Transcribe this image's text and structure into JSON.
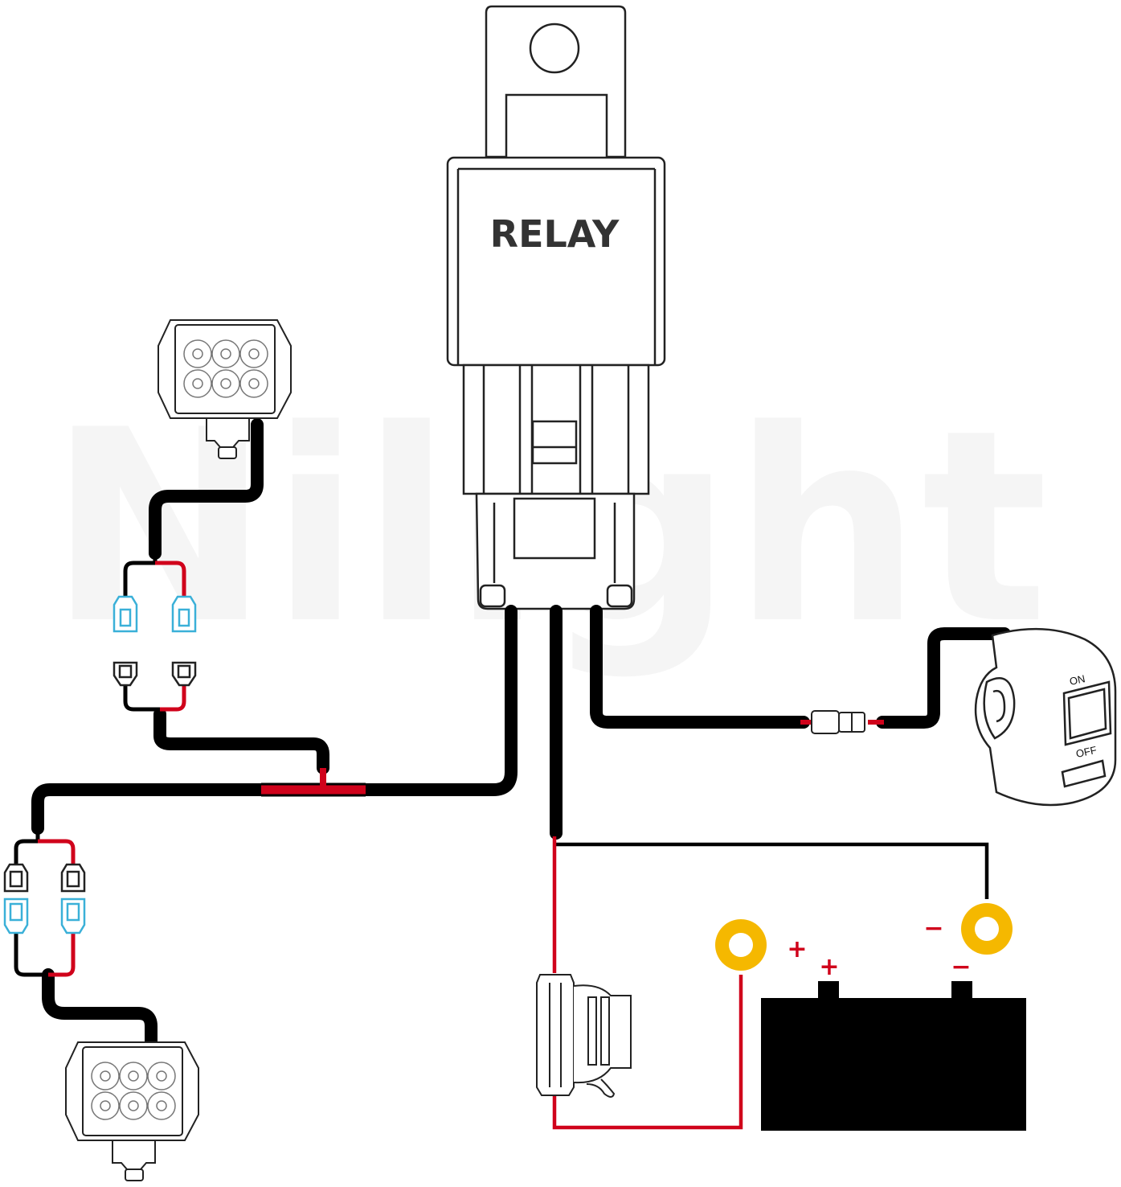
{
  "relay": {
    "label": "RELAY"
  },
  "switch": {
    "on_label": "ON",
    "off_label": "OFF"
  },
  "battery": {
    "positive_label": "+",
    "negative_label": "−"
  },
  "ring_terminals": {
    "positive_label": "+",
    "negative_label": "−"
  },
  "watermark": {
    "text": "Nilight"
  },
  "colors": {
    "wire_black": "#000000",
    "wire_red": "#d0021b",
    "ring_terminal": "#f5b800",
    "connector_blue": "#3ab0d8",
    "outline": "#222222"
  }
}
